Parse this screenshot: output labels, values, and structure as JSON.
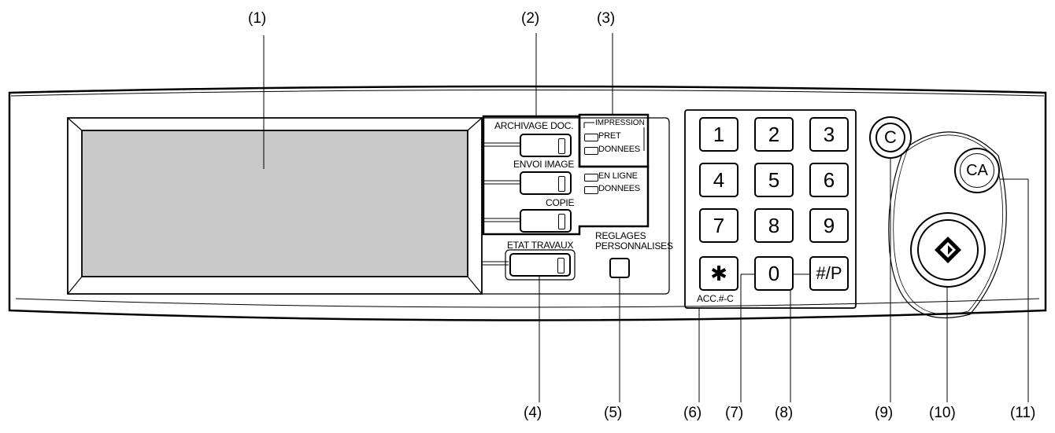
{
  "callouts": [
    "(1)",
    "(2)",
    "(3)",
    "(4)",
    "(5)",
    "(6)",
    "(7)",
    "(8)",
    "(9)",
    "(10)",
    "(11)"
  ],
  "mode_buttons": {
    "archivage": "ARCHIVAGE DOC.",
    "envoi": "ENVOI IMAGE",
    "copie": "COPIE",
    "etat": "ETAT TRAVAUX"
  },
  "indicators": {
    "impression_title": "IMPRESSION",
    "pret": "PRET",
    "donnees_print": "DONNEES",
    "en_ligne": "EN LIGNE",
    "donnees_send": "DONNEES"
  },
  "settings": {
    "line1": "REGLAGES",
    "line2": "PERSONNALISES"
  },
  "keypad": {
    "keys": [
      "1",
      "2",
      "3",
      "4",
      "5",
      "6",
      "7",
      "8",
      "9",
      "✱",
      "0",
      "#/P"
    ],
    "acc_label": "ACC.#-C"
  },
  "controls": {
    "clear": "C",
    "clear_all": "CA"
  },
  "icons": {
    "start": "start-diamond-icon"
  }
}
